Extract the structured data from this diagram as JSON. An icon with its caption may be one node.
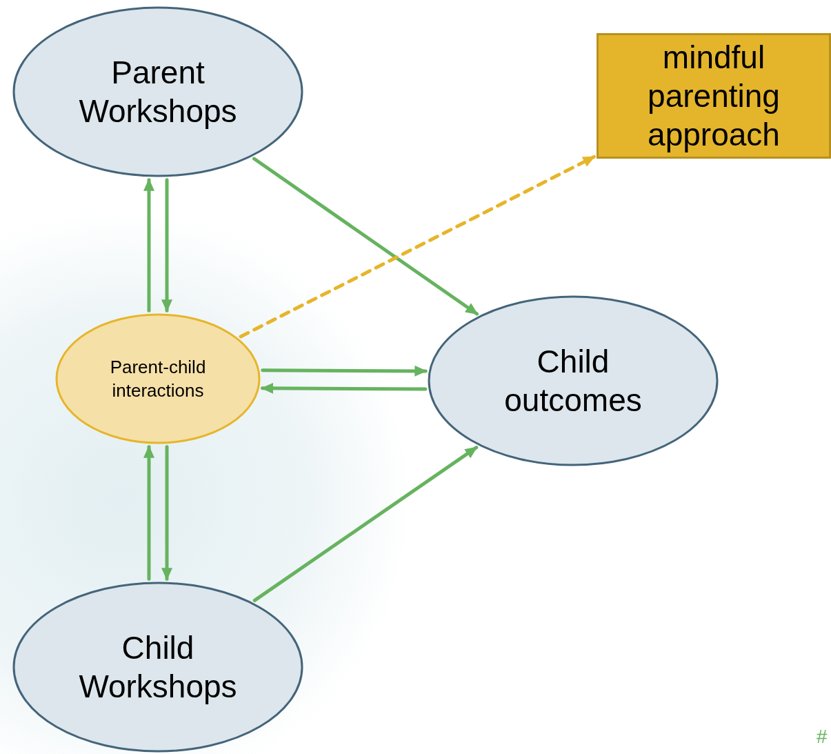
{
  "diagram": {
    "nodes": [
      {
        "text": [
          "Parent Workshops"
        ]
      },
      {
        "text": [
          "mindful parenting approach"
        ]
      },
      {
        "text": [
          "Parent-child interactions"
        ]
      },
      {
        "text": [
          "Child outcomes"
        ]
      },
      {
        "text": [
          "Child Workshops"
        ]
      }
    ],
    "edges": [
      {
        "from": 2,
        "to": 0,
        "arrow": "to"
      },
      {
        "from": 0,
        "to": 2,
        "arrow": "to"
      },
      {
        "from": 0,
        "to": 3,
        "arrow": "to"
      },
      {
        "from": 2,
        "to": 1,
        "arrow": "to",
        "style": "dashed",
        "color": "#e6b52a"
      },
      {
        "from": 2,
        "to": 3,
        "arrow": "to"
      },
      {
        "from": 3,
        "to": 2,
        "arrow": "to"
      },
      {
        "from": 4,
        "to": 2,
        "arrow": "to"
      },
      {
        "from": 2,
        "to": 4,
        "arrow": "to"
      },
      {
        "from": 4,
        "to": 3,
        "arrow": "to"
      }
    ],
    "labels": [
      "#"
    ]
  }
}
